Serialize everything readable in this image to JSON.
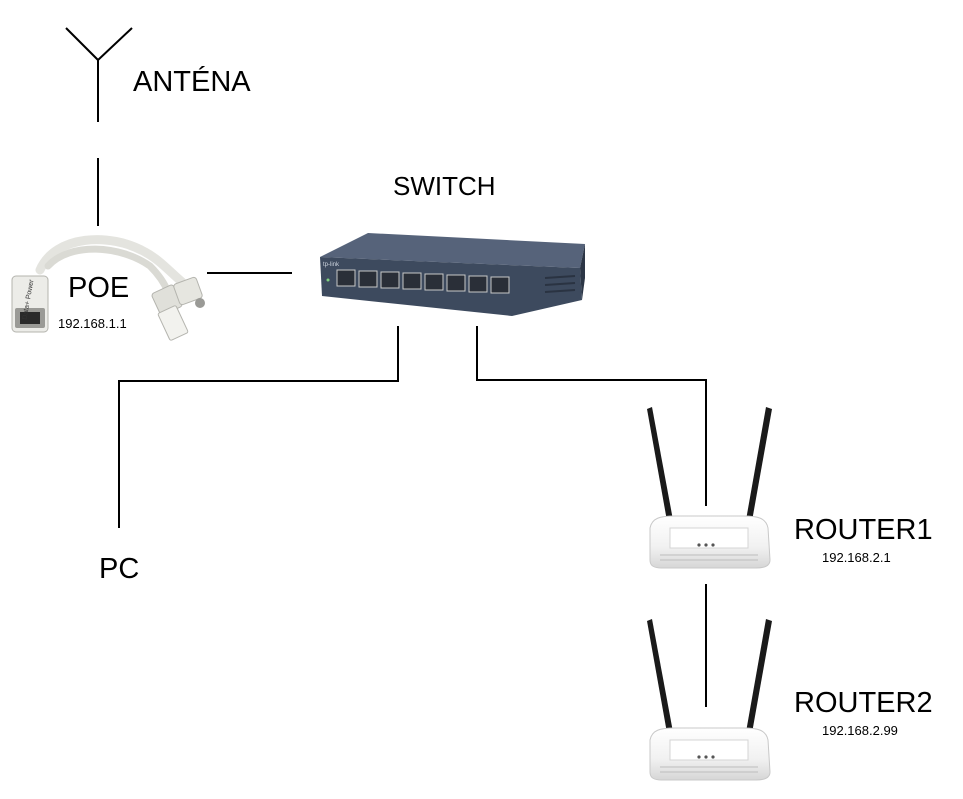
{
  "diagram": {
    "nodes": {
      "antenna": {
        "label": "ANTÉNA",
        "icon": "antenna-icon"
      },
      "poe": {
        "label": "POE",
        "ip": "192.168.1.1",
        "icon": "poe-injector-icon",
        "port_text": "Data+ Power"
      },
      "switch": {
        "label": "SWITCH",
        "icon": "network-switch-icon",
        "brand_text": "tp-link"
      },
      "pc": {
        "label": "PC"
      },
      "router1": {
        "label": "ROUTER1",
        "ip": "192.168.2.1",
        "icon": "wireless-router-icon"
      },
      "router2": {
        "label": "ROUTER2",
        "ip": "192.168.2.99",
        "icon": "wireless-router-icon"
      }
    },
    "connections": [
      {
        "from": "antenna",
        "to": "poe"
      },
      {
        "from": "poe",
        "to": "switch"
      },
      {
        "from": "switch",
        "to": "pc"
      },
      {
        "from": "switch",
        "to": "router1"
      },
      {
        "from": "router1",
        "to": "router2"
      }
    ],
    "colors": {
      "line": "#000000",
      "switch_body": "#3d4a5e",
      "switch_top": "#56637a",
      "router_body": "#f2f2f2",
      "antenna_black": "#1a1a1a",
      "poe_cable": "#e4e4df"
    }
  }
}
